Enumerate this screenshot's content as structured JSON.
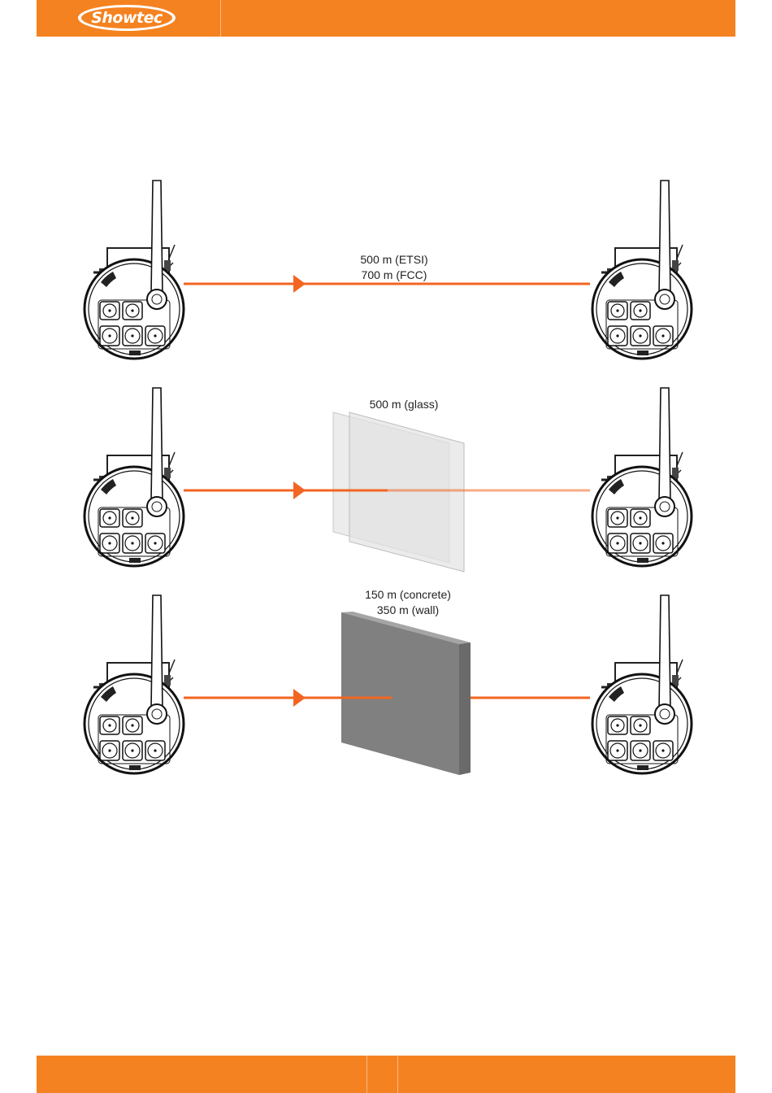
{
  "brand": {
    "name": "Showtec",
    "color": "#F58220"
  },
  "scenarios": [
    {
      "id": "open-air",
      "labels": [
        "500 m (ETSI)",
        "700 m (FCC)"
      ],
      "obstacle": "none"
    },
    {
      "id": "glass",
      "labels": [
        "500 m (glass)"
      ],
      "obstacle": "glass"
    },
    {
      "id": "concrete",
      "labels": [
        "150 m (concrete)",
        "350 m (wall)"
      ],
      "obstacle": "wall"
    }
  ],
  "colors": {
    "beam": "#F26522",
    "wall_front": "#808080",
    "wall_side": "#6a6a6a",
    "wall_top": "#a5a5a5",
    "glass": "#dcdcdc"
  },
  "icons": [
    "wireless-dmx-transmitter-icon",
    "wireless-dmx-receiver-icon",
    "glass-pane-icon",
    "concrete-wall-icon"
  ]
}
